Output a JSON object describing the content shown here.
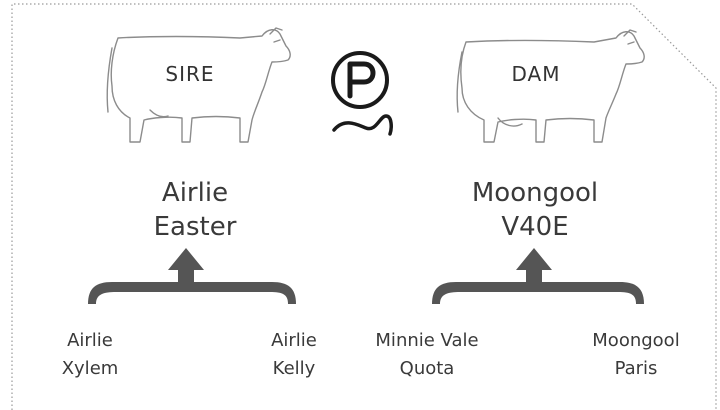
{
  "sire": {
    "tag": "SIRE",
    "name_line1": "Airlie",
    "name_line2": "Easter"
  },
  "dam": {
    "tag": "DAM",
    "name_line1": "Moongool",
    "name_line2": "V40E"
  },
  "sire_parents": [
    {
      "line1": "Airlie",
      "line2": "Xylem"
    },
    {
      "line1": "Airlie",
      "line2": "Kelly"
    }
  ],
  "dam_parents": [
    {
      "line1": "Minnie Vale",
      "line2": "Quota"
    },
    {
      "line1": "Moongool",
      "line2": "Paris"
    }
  ],
  "logo": {
    "letter": "P"
  },
  "colors": {
    "arrow": "#555555",
    "outline": "#8a8a8a",
    "border": "#999999",
    "text": "#3a3a3a"
  }
}
